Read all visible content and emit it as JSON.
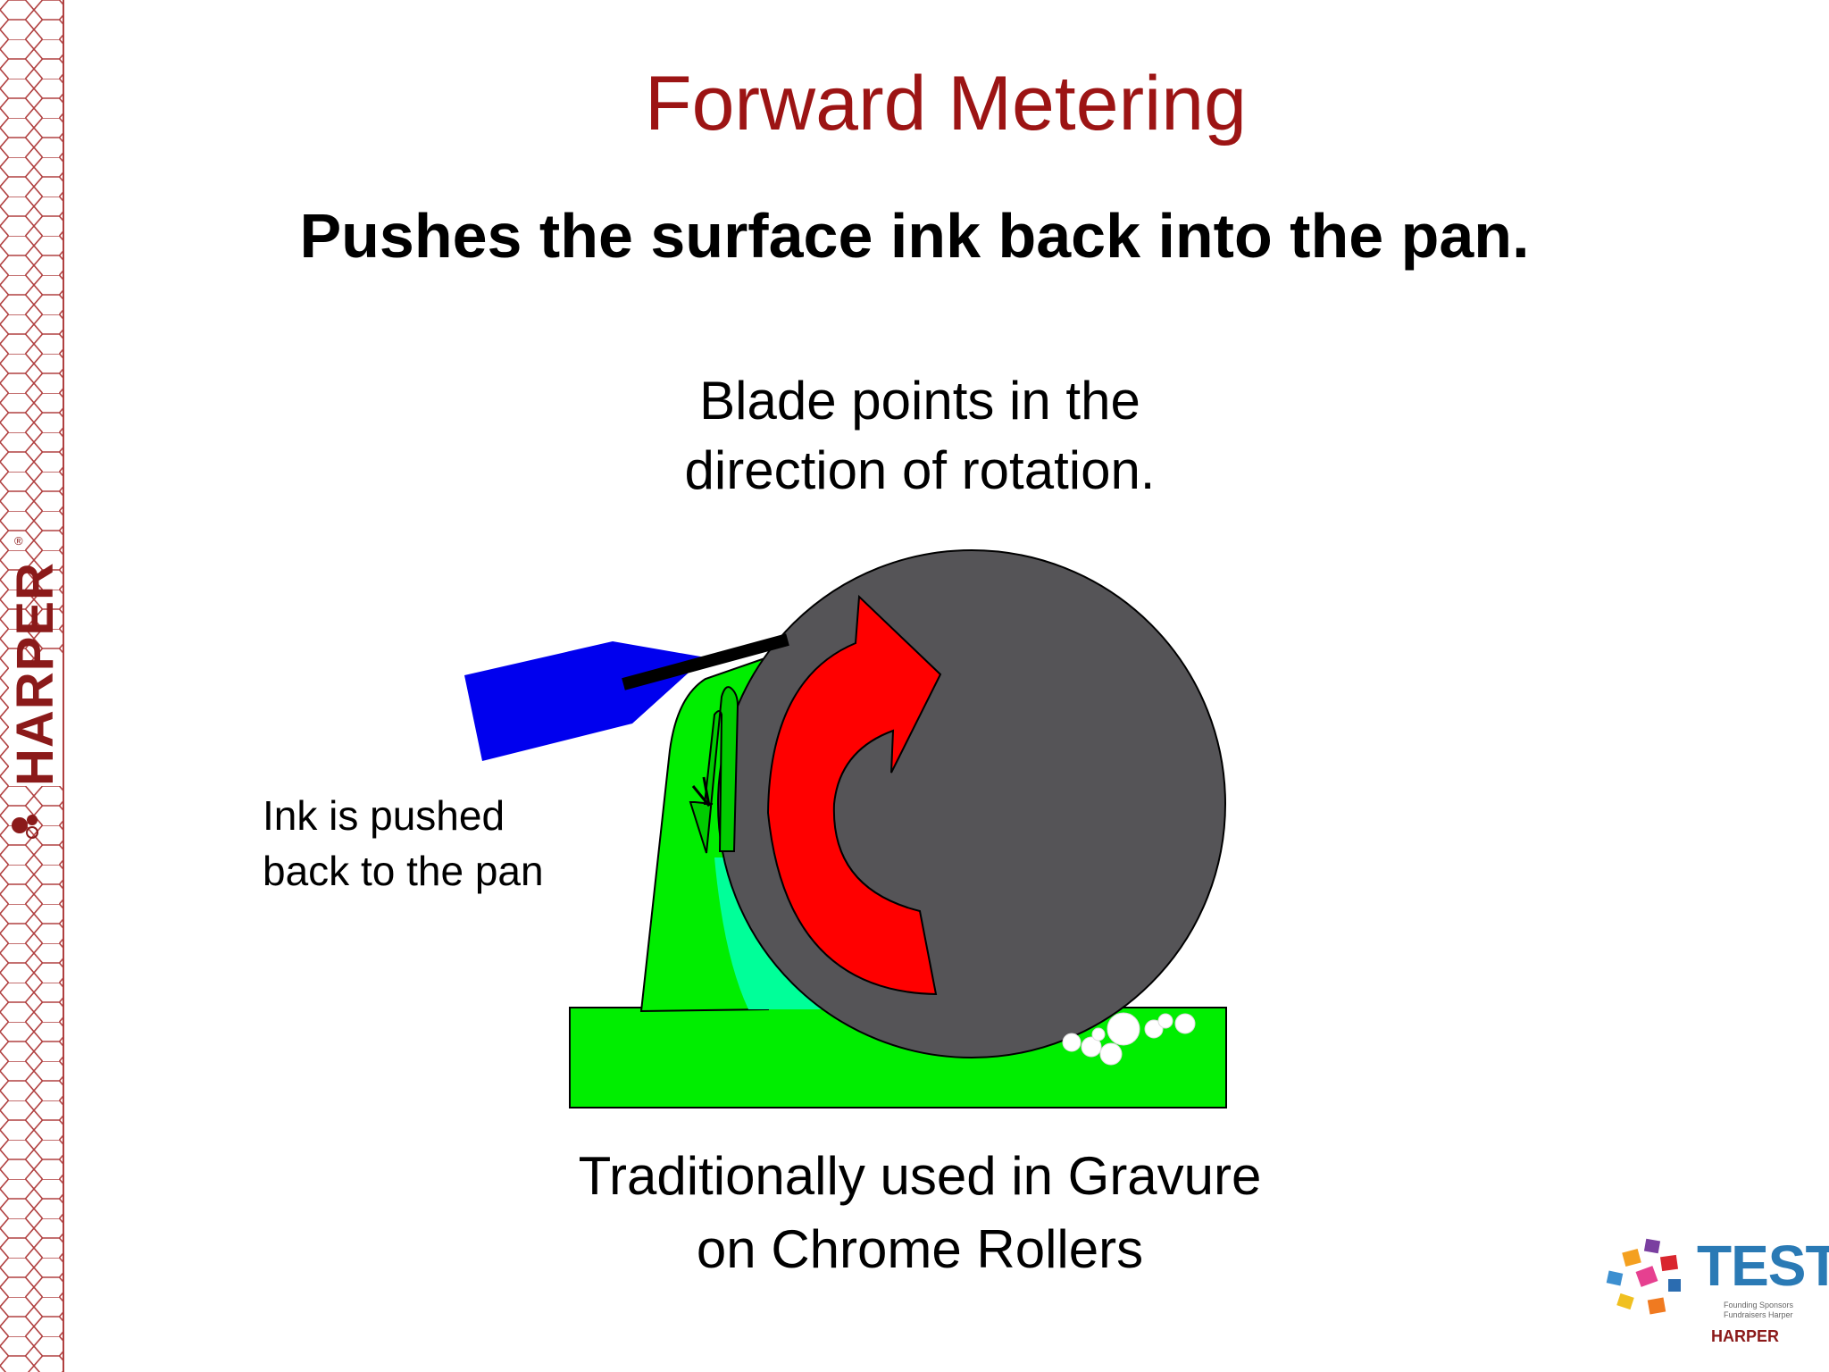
{
  "slide": {
    "title": "Forward Metering",
    "subtitle": "Pushes the surface ink back into the pan.",
    "blade_note_lines": [
      "Blade points in the",
      "direction of rotation."
    ],
    "ink_note_lines": [
      "Ink is pushed",
      "back to the pan"
    ],
    "bottom_note_lines": [
      "Traditionally used in Gravure",
      "on Chrome Rollers"
    ]
  },
  "branding": {
    "sidebar_brand": "HARPER",
    "sidebar_registered": "®",
    "footer_logo_word": "TEST",
    "footer_logo_tagline": "Founding Sponsors Fundraisers Harper",
    "footer_logo_brand": "HARPER"
  },
  "colors": {
    "title": "#9c1414",
    "ink_green": "#00ee00",
    "ink_light_green": "#00ff99",
    "roller_gray": "#555457",
    "blade_blue": "#0000ee",
    "rotation_arrow": "#ff0000",
    "brand_red": "#8b1a1a"
  }
}
